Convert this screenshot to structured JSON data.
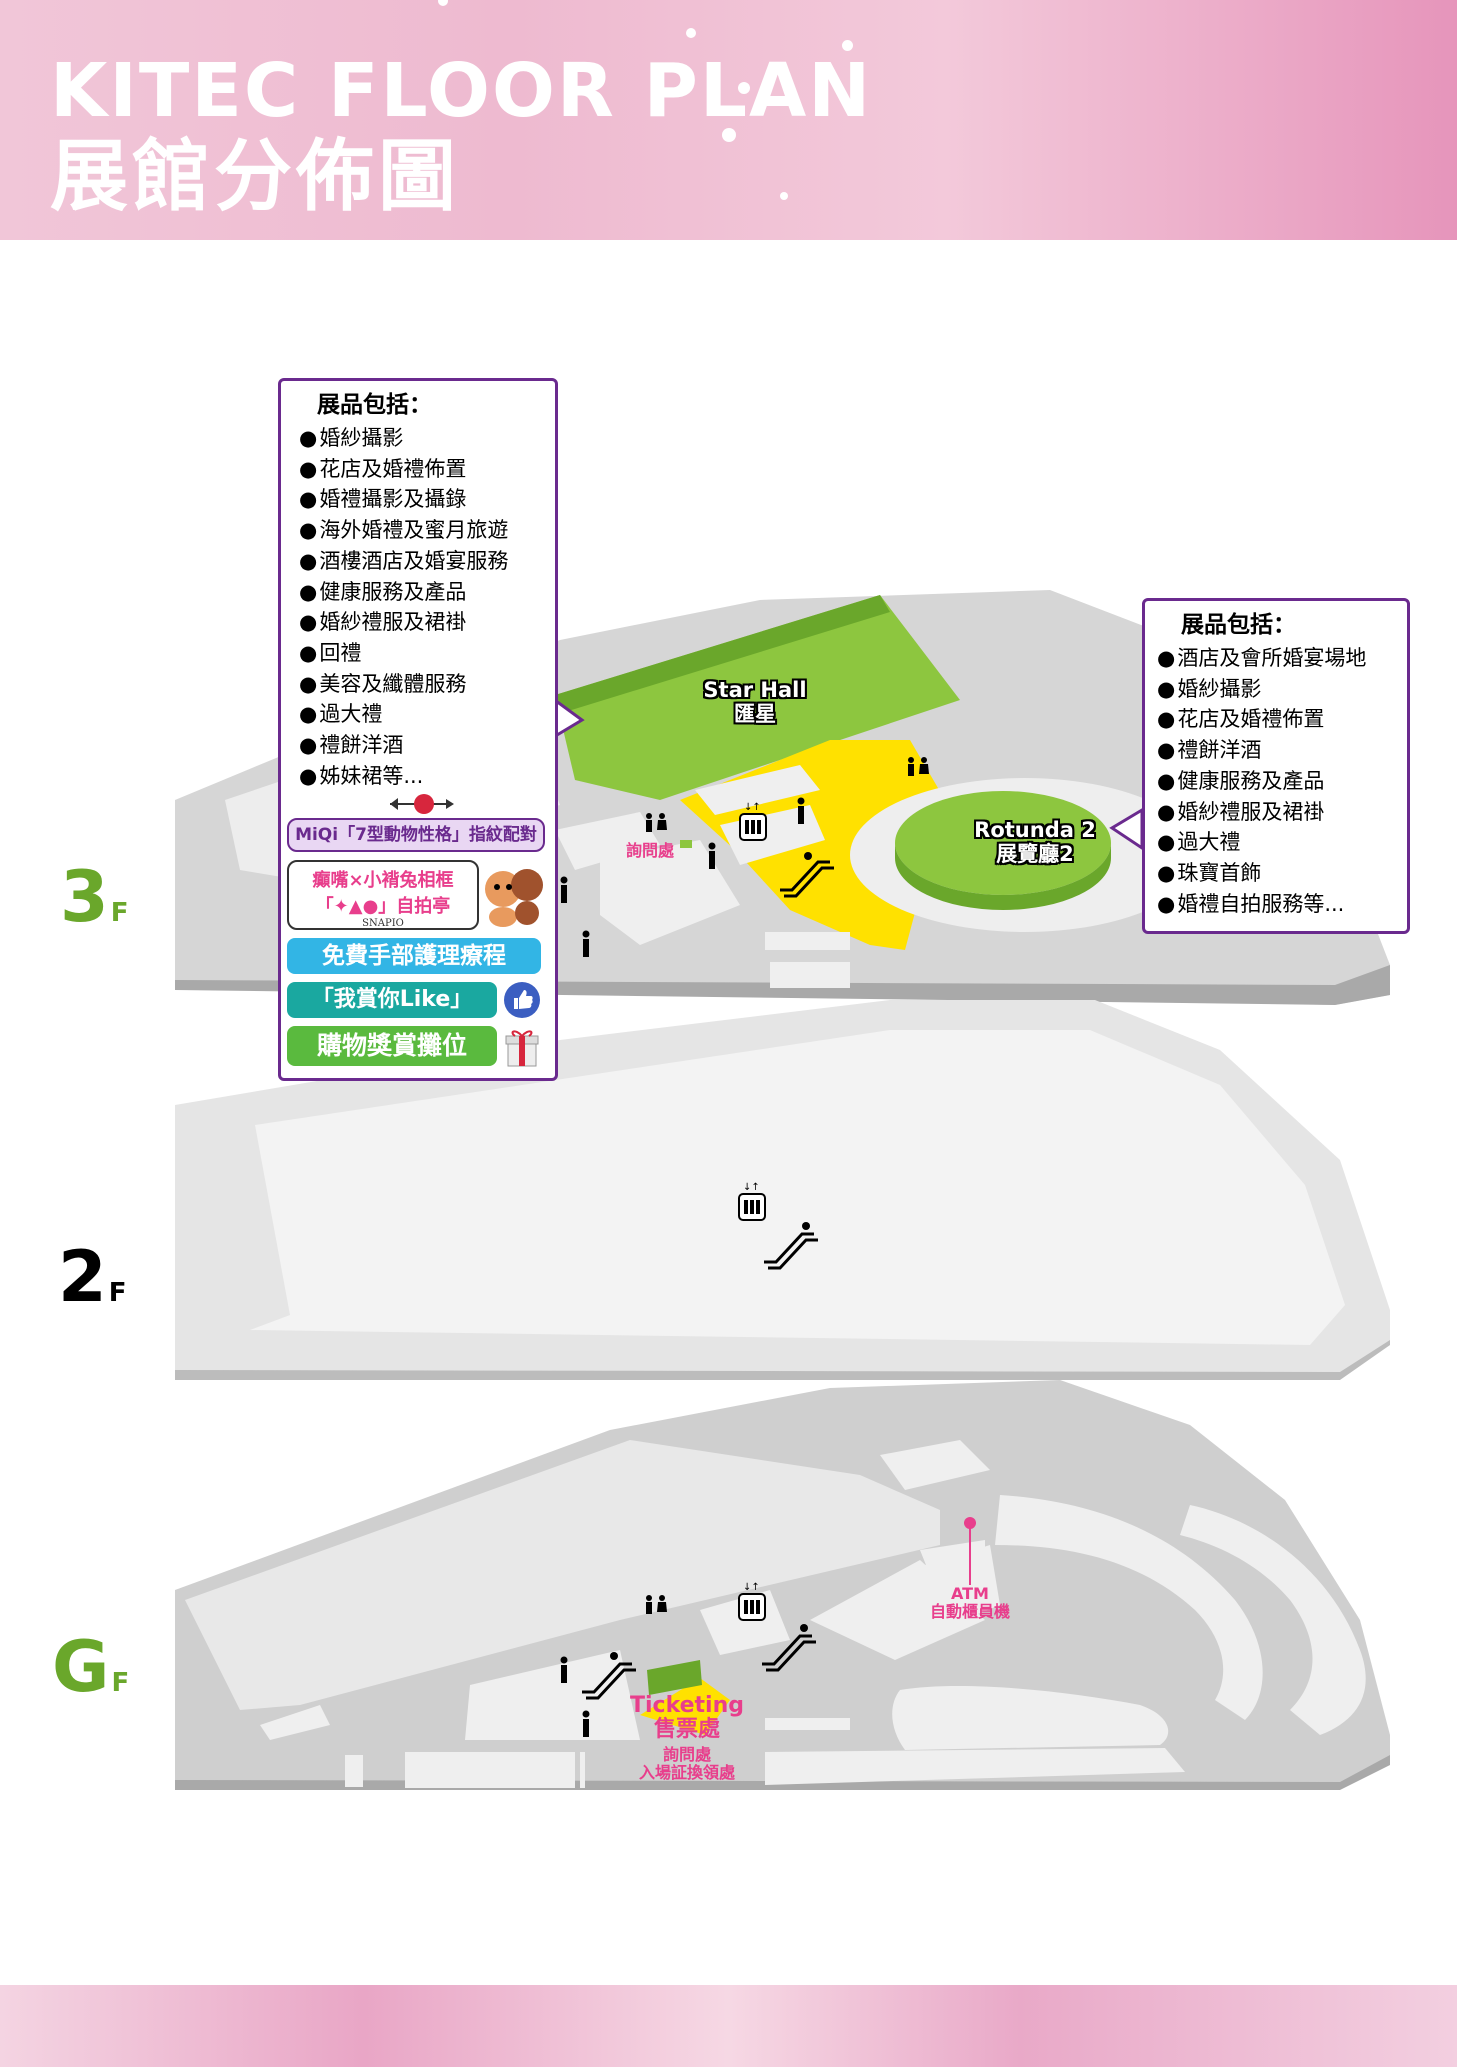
{
  "header": {
    "title_en": "KITEC FLOOR PLAN",
    "title_zh": "展館分佈圖"
  },
  "floors": {
    "f3": {
      "num": "3",
      "suffix": "F",
      "color": "#6aa72b"
    },
    "f2": {
      "num": "2",
      "suffix": "F",
      "color": "#000000"
    },
    "gf": {
      "num": "G",
      "suffix": "F",
      "color": "#6aa72b"
    }
  },
  "left_box": {
    "heading": "展品包括：",
    "items": [
      "婚紗攝影",
      "花店及婚禮佈置",
      "婚禮攝影及攝錄",
      "海外婚禮及蜜月旅遊",
      "酒樓酒店及婚宴服務",
      "健康服務及產品",
      "婚紗禮服及裙褂",
      "回禮",
      "美容及纖體服務",
      "過大禮",
      "禮餅洋酒",
      "姊妹裙等..."
    ],
    "badges": {
      "miqi": "MiQi「7型動物性格」指紋配對",
      "snapio_line1": "癲嘴×小褙兔相框",
      "snapio_line2": "「✦▲●」自拍亭",
      "snapio_brand": "SNAPIO",
      "hand_care": "免費手部護理療程",
      "like": "「我賞你Like」",
      "shopping": "購物獎賞攤位"
    }
  },
  "right_box": {
    "heading": "展品包括：",
    "items": [
      "酒店及會所婚宴場地",
      "婚紗攝影",
      "花店及婚禮佈置",
      "禮餅洋酒",
      "健康服務及產品",
      "婚紗禮服及裙褂",
      "過大禮",
      "珠寶首飾",
      "婚禮自拍服務等..."
    ]
  },
  "halls": {
    "star_hall_en": "Star Hall",
    "star_hall_zh": "匯星",
    "rotunda_en": "Rotunda 2",
    "rotunda_zh": "展覽廳2"
  },
  "labels": {
    "info_3f": "詢問處",
    "atm": "ATM",
    "atm_zh": "自動櫃員機",
    "ticketing_en": "Ticketing",
    "ticketing_zh": "售票處",
    "info_gf": "詢問處",
    "badge_exchange": "入場証換領處"
  },
  "colors": {
    "green": "#8dc63f",
    "yellow": "#ffe100",
    "purple": "#6a2a8e",
    "pink": "#e83e8c",
    "grey": "#cfcfcf"
  }
}
